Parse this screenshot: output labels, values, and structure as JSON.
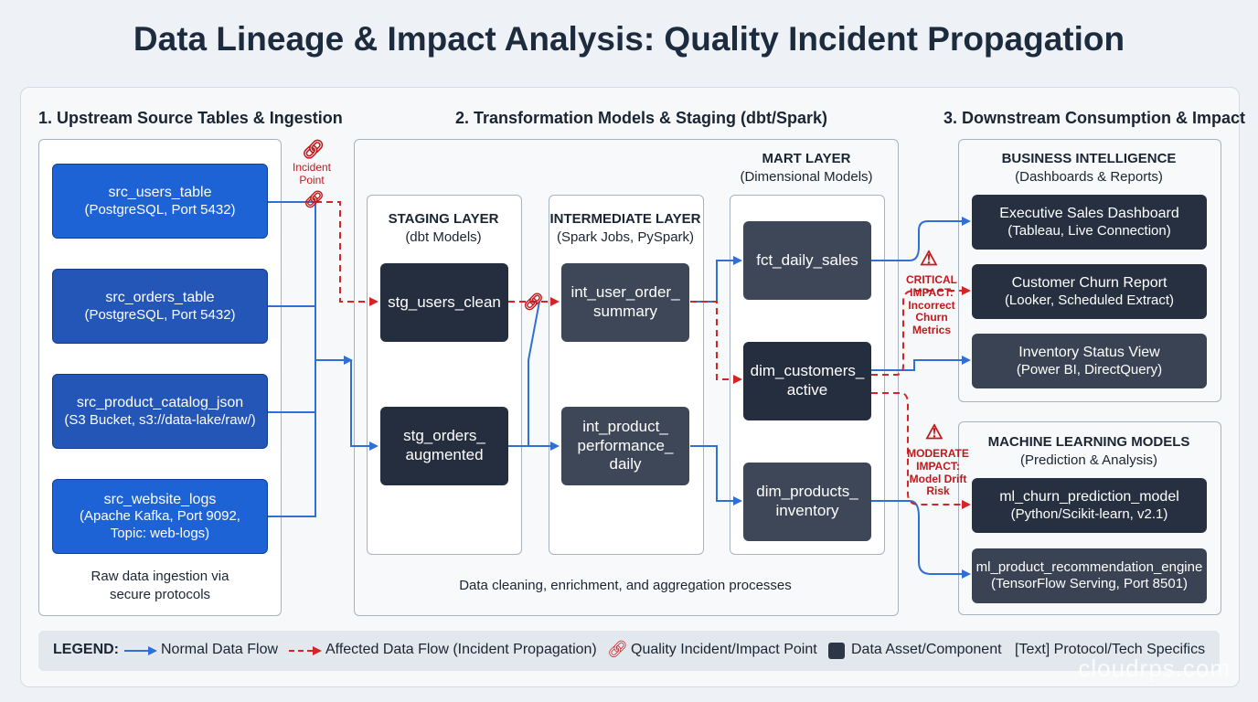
{
  "title": "Data Lineage & Impact Analysis: Quality Incident Propagation",
  "sections": {
    "upstream": "1. Upstream Source Tables & Ingestion",
    "transform": "2. Transformation Models & Staging (dbt/Spark)",
    "downstream": "3. Downstream Consumption & Impact"
  },
  "sources": [
    {
      "name": "src_users_table",
      "detail": "(PostgreSQL, Port 5432)"
    },
    {
      "name": "src_orders_table",
      "detail": "(PostgreSQL, Port 5432)"
    },
    {
      "name": "src_product_catalog_json",
      "detail": "(S3 Bucket, s3://data-lake/raw/)"
    },
    {
      "name": "src_website_logs",
      "detail": "(Apache Kafka, Port 9092, Topic: web-logs)"
    }
  ],
  "source_note": "Raw data ingestion via secure protocols",
  "incident_point": "Incident Point",
  "staging": {
    "title": "STAGING LAYER",
    "subtitle": "(dbt Models)",
    "nodes": [
      "stg_users_clean",
      "stg_orders_ augmented"
    ]
  },
  "intermediate": {
    "title": "INTERMEDIATE LAYER",
    "subtitle": "(Spark Jobs, PySpark)",
    "nodes": [
      "int_user_order_ summary",
      "int_product_ performance_ daily"
    ]
  },
  "mart": {
    "title": "MART LAYER",
    "subtitle": "(Dimensional Models)",
    "nodes": [
      "fct_daily_sales",
      "dim_customers_ active",
      "dim_products_ inventory"
    ]
  },
  "transform_note": "Data cleaning, enrichment, and aggregation processes",
  "bi": {
    "title": "BUSINESS INTELLIGENCE",
    "subtitle": "(Dashboards & Reports)",
    "items": [
      {
        "name": "Executive Sales Dashboard",
        "detail": "(Tableau, Live Connection)"
      },
      {
        "name": "Customer Churn Report",
        "detail": "(Looker, Scheduled Extract)"
      },
      {
        "name": "Inventory Status View",
        "detail": "(Power BI, DirectQuery)"
      }
    ]
  },
  "ml": {
    "title": "MACHINE LEARNING MODELS",
    "subtitle": "(Prediction & Analysis)",
    "items": [
      {
        "name": "ml_churn_prediction_model",
        "detail": "(Python/Scikit-learn, v2.1)"
      },
      {
        "name": "ml_product_recommendation_engine",
        "detail": "(TensorFlow Serving, Port 8501)"
      }
    ]
  },
  "impacts": {
    "critical": "CRITICAL IMPACT: Incorrect Churn Metrics",
    "moderate": "MODERATE IMPACT: Model Drift Risk"
  },
  "legend": {
    "title": "LEGEND:",
    "normal": "Normal Data Flow",
    "affected": "Affected Data Flow (Incident Propagation)",
    "incident": "Quality Incident/Impact Point",
    "asset": "Data Asset/Component",
    "text": "[Text] Protocol/Tech Specifics"
  },
  "watermark": "cloudrps.com",
  "colors": {
    "normal": "#2f6fd6",
    "affected": "#d42427",
    "asset": "#2d3646"
  }
}
